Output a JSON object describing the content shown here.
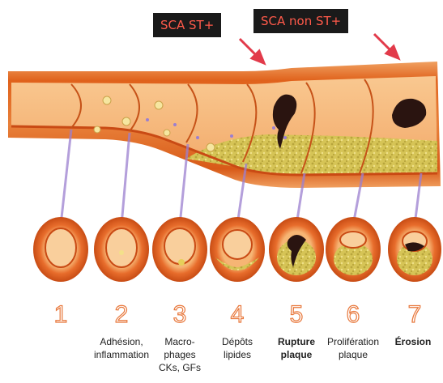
{
  "callouts": [
    {
      "label": "SCA ST+"
    },
    {
      "label": "SCA non ST+"
    }
  ],
  "stages": [
    {
      "number": "1",
      "label": "",
      "bold": false
    },
    {
      "number": "2",
      "label": "Adhésion,\ninflammation",
      "bold": false
    },
    {
      "number": "3",
      "label": "Macro-\nphages\nCKs, GFs",
      "bold": false
    },
    {
      "number": "4",
      "label": "Dépôts\nlipides",
      "bold": false
    },
    {
      "number": "5",
      "label": "Rupture\nplaque",
      "bold": true
    },
    {
      "number": "6",
      "label": "Prolifération\nplaque",
      "bold": false
    },
    {
      "number": "7",
      "label": "Érosion",
      "bold": true
    }
  ],
  "colors": {
    "artery_outer": "#e2641f",
    "artery_inner": "#f3a15a",
    "lumen": "#f7b97c",
    "plaque": "#d8c95a",
    "thrombus": "#2a1410",
    "connector": "#9b7fd0",
    "arrow": "#e23a4a",
    "callout_bg": "#1a1a1a",
    "callout_text": "#ff5a4a",
    "number_outline": "#e8783c"
  }
}
